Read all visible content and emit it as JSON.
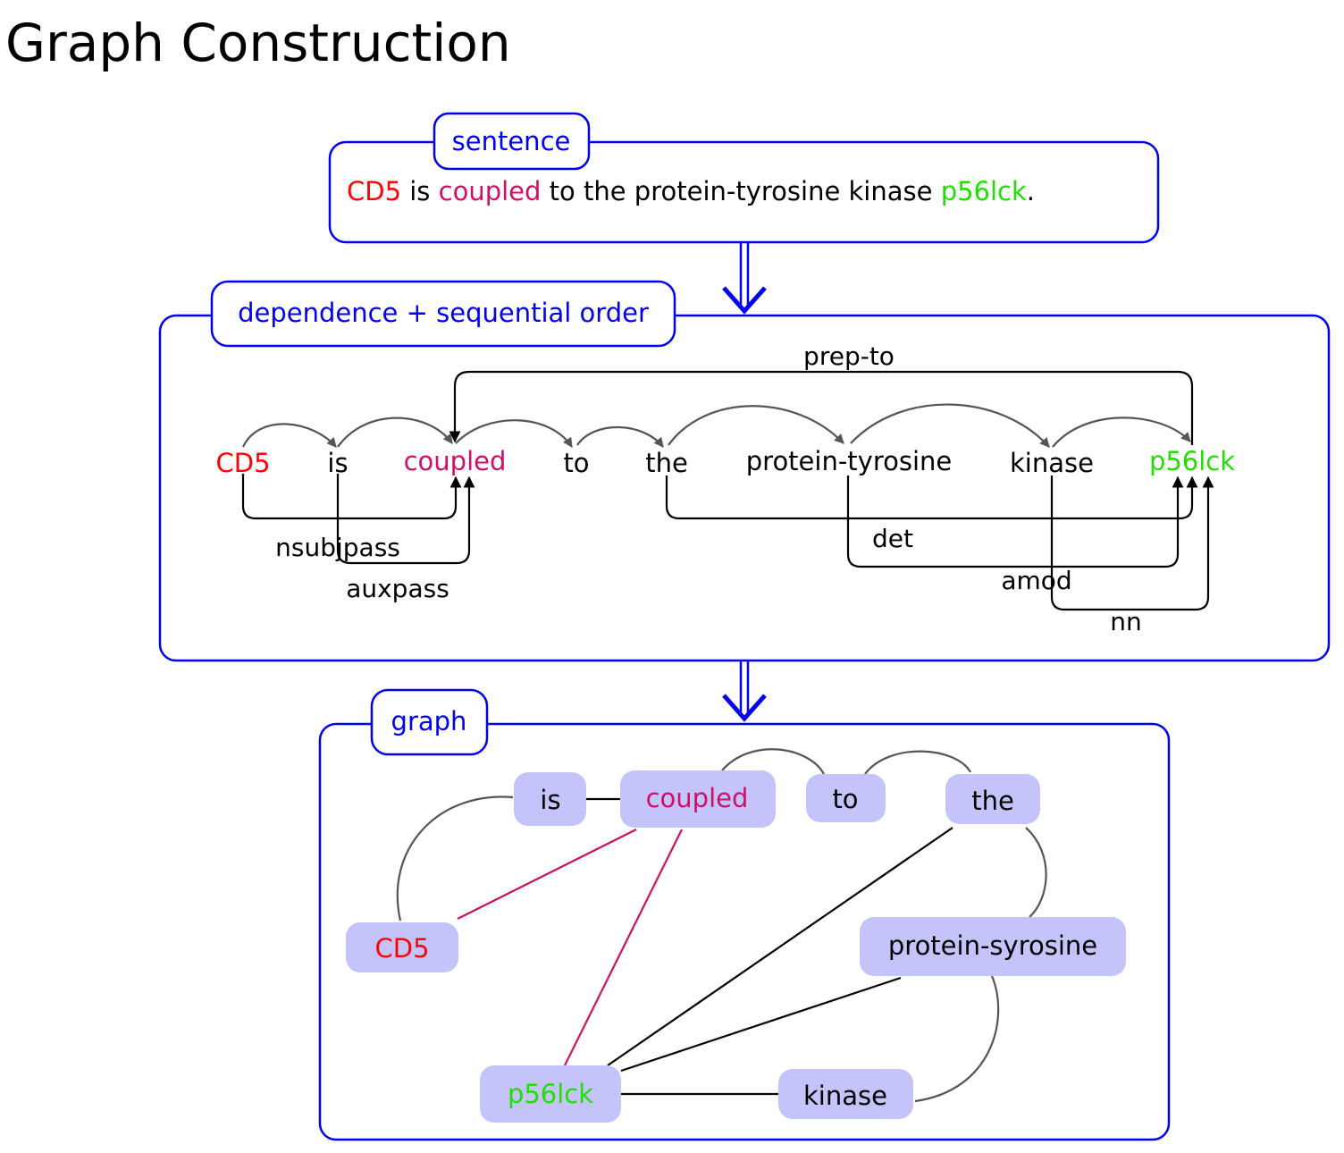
{
  "title": "Graph Construction",
  "colors": {
    "frame": "#0000ee",
    "subject": "#ff0000",
    "predicate": "#cc1166",
    "object": "#22dd00",
    "node_fill": "#c4c4fb",
    "seq_edge": "#555555"
  },
  "sentence_panel": {
    "label": "sentence",
    "tokens": [
      {
        "text": "CD5",
        "role": "subject"
      },
      {
        "text": " is ",
        "role": "plain"
      },
      {
        "text": "coupled",
        "role": "predicate"
      },
      {
        "text": " to the protein-tyrosine kinase ",
        "role": "plain"
      },
      {
        "text": "p56lck",
        "role": "object"
      },
      {
        "text": ".",
        "role": "plain"
      }
    ]
  },
  "dependency_panel": {
    "label": "dependence + sequential order",
    "words": [
      {
        "text": "CD5",
        "role": "subject"
      },
      {
        "text": "is",
        "role": "plain"
      },
      {
        "text": "coupled",
        "role": "predicate"
      },
      {
        "text": "to",
        "role": "plain"
      },
      {
        "text": "the",
        "role": "plain"
      },
      {
        "text": "protein-tyrosine",
        "role": "plain"
      },
      {
        "text": "kinase",
        "role": "plain"
      },
      {
        "text": "p56lck",
        "role": "object"
      }
    ],
    "sequential_edges": [
      [
        0,
        1
      ],
      [
        1,
        2
      ],
      [
        2,
        3
      ],
      [
        3,
        4
      ],
      [
        4,
        5
      ],
      [
        5,
        6
      ],
      [
        6,
        7
      ]
    ],
    "dependencies": [
      {
        "label": "prep-to",
        "from": "p56lck",
        "to": "coupled"
      },
      {
        "label": "nsubjpass",
        "from": "CD5",
        "to": "coupled"
      },
      {
        "label": "auxpass",
        "from": "is",
        "to": "coupled"
      },
      {
        "label": "det",
        "from": "the",
        "to": "p56lck"
      },
      {
        "label": "amod",
        "from": "protein-tyrosine",
        "to": "p56lck"
      },
      {
        "label": "nn",
        "from": "kinase",
        "to": "p56lck"
      }
    ]
  },
  "graph_panel": {
    "label": "graph",
    "nodes": [
      {
        "id": "is",
        "text": "is",
        "role": "plain"
      },
      {
        "id": "coupled",
        "text": "coupled",
        "role": "predicate"
      },
      {
        "id": "to",
        "text": "to",
        "role": "plain"
      },
      {
        "id": "the",
        "text": "the",
        "role": "plain"
      },
      {
        "id": "CD5",
        "text": "CD5",
        "role": "subject"
      },
      {
        "id": "protein",
        "text": "protein-syrosine",
        "role": "plain"
      },
      {
        "id": "p56lck",
        "text": "p56lck",
        "role": "object"
      },
      {
        "id": "kinase",
        "text": "kinase",
        "role": "plain"
      }
    ],
    "edges": [
      {
        "from": "is",
        "to": "coupled",
        "kind": "dependency"
      },
      {
        "from": "CD5",
        "to": "is",
        "kind": "sequential"
      },
      {
        "from": "coupled",
        "to": "to",
        "kind": "sequential"
      },
      {
        "from": "to",
        "to": "the",
        "kind": "sequential"
      },
      {
        "from": "the",
        "to": "protein",
        "kind": "sequential"
      },
      {
        "from": "protein",
        "to": "kinase",
        "kind": "sequential"
      },
      {
        "from": "coupled",
        "to": "CD5",
        "kind": "dependency-highlight"
      },
      {
        "from": "coupled",
        "to": "p56lck",
        "kind": "dependency-highlight"
      },
      {
        "from": "the",
        "to": "p56lck",
        "kind": "dependency"
      },
      {
        "from": "protein",
        "to": "p56lck",
        "kind": "dependency"
      },
      {
        "from": "kinase",
        "to": "p56lck",
        "kind": "dependency"
      }
    ]
  }
}
